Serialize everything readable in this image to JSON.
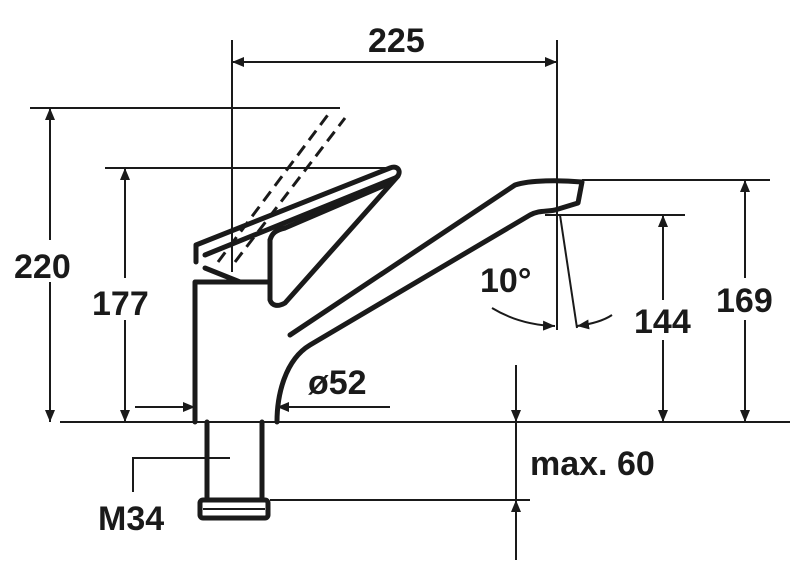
{
  "title": "Faucet dimension drawing",
  "dimensions": {
    "spout_reach": "225",
    "height_lever_open": "220",
    "height_lever_closed": "177",
    "spout_angle": "10°",
    "outlet_height": "144",
    "spout_top_height": "169",
    "body_diameter": "ø52",
    "max_deck_thickness": "max. 60",
    "thread": "M34"
  },
  "colors": {
    "line": "#1a1a1a",
    "background": "#ffffff"
  }
}
